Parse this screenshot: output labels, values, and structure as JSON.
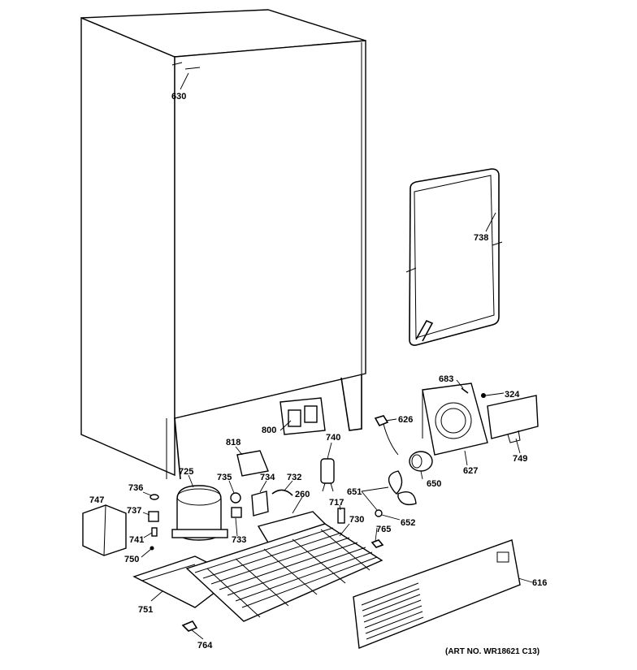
{
  "labels": {
    "p630": "630",
    "p738": "738",
    "p683": "683",
    "p324": "324",
    "p626": "626",
    "p800": "800",
    "p740": "740",
    "p818": "818",
    "p725": "725",
    "p735": "735",
    "p734": "734",
    "p732": "732",
    "p260": "260",
    "p736": "736",
    "p747": "747",
    "p737": "737",
    "p741": "741",
    "p750": "750",
    "p733": "733",
    "p651": "651",
    "p717": "717",
    "p730": "730",
    "p652": "652",
    "p765": "765",
    "p650": "650",
    "p627": "627",
    "p749": "749",
    "p616": "616",
    "p751": "751",
    "p764": "764"
  },
  "art_number": "(ART NO. WR18621 C13)"
}
